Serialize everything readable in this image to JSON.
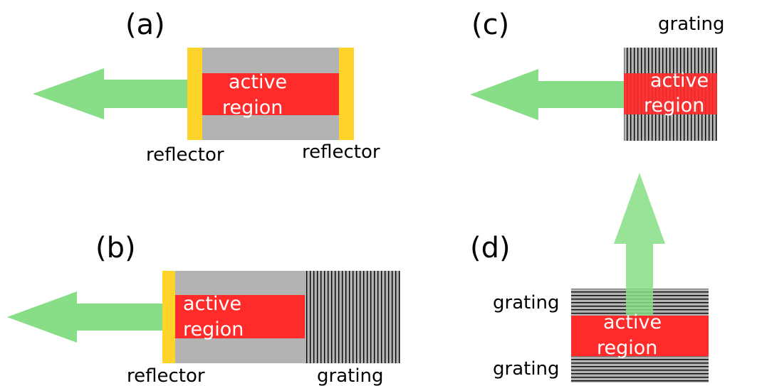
{
  "colors": {
    "background": "#ffffff",
    "substrate": "#b3b3b3",
    "active_region": "#ff2a2a",
    "reflector": "#ffd42a",
    "emission_arrow": "#87de87",
    "grating_lines": "#000000"
  },
  "panels": {
    "a": {
      "label": "(a)",
      "active_line1": "active",
      "active_line2": "region",
      "reflector_left": "reflector",
      "reflector_right": "reflector"
    },
    "b": {
      "label": "(b)",
      "active_line1": "active",
      "active_line2": "region",
      "reflector": "reflector",
      "grating": "grating"
    },
    "c": {
      "label": "(c)",
      "active_line1": "active",
      "active_line2": "region",
      "grating": "grating"
    },
    "d": {
      "label": "(d)",
      "active_line1": "active",
      "active_line2": "region",
      "grating_top": "grating",
      "grating_bottom": "grating"
    }
  }
}
